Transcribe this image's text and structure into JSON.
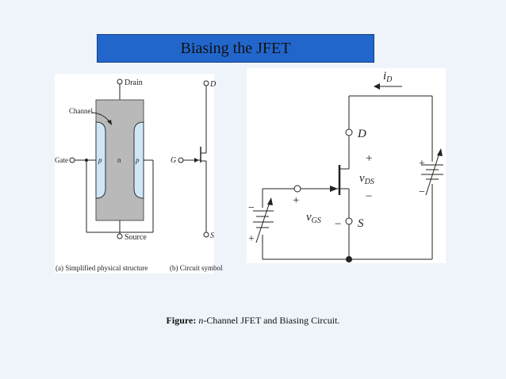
{
  "slide": {
    "title": "Biasing the JFET",
    "accent_color": "#2266cc"
  },
  "physical": {
    "drain": "Drain",
    "source": "Source",
    "channel": "Channel",
    "gate": "Gate",
    "p_left": "p",
    "n": "n",
    "p_right": "p",
    "caption": "(a) Simplified physical structure"
  },
  "symbol": {
    "d": "D",
    "g": "G",
    "s": "S",
    "caption": "(b) Circuit symbol"
  },
  "circuit": {
    "i_d": "iD",
    "d": "D",
    "s": "S",
    "vds_plus": "+",
    "vds": "vDS",
    "vds_minus": "−",
    "vgs_plus": "+",
    "vgs": "vGS",
    "vgs_minus": "−",
    "left_batt_minus": "−",
    "left_batt_plus": "+",
    "right_batt_plus": "+",
    "right_batt_minus": "−"
  },
  "caption": {
    "label": "Figure:",
    "n": "n",
    "text": "-Channel JFET and Biasing Circuit."
  }
}
